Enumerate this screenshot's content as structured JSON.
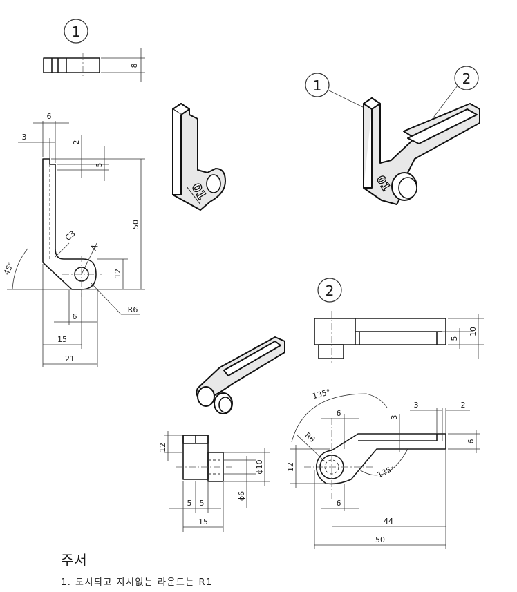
{
  "part1": {
    "balloon": "1",
    "plan_thickness_label": "8",
    "front_dims": {
      "top_width": "6",
      "offset_left": "3",
      "slot_depth": "2",
      "step": "5",
      "height": "50",
      "chamfer": "C3",
      "angle": "45°",
      "hole_center_height": "12",
      "section_mark": "A",
      "radius": "R6",
      "hole_offset": "6",
      "hole_center_x": "15",
      "overall_width": "21"
    },
    "iso_engraving": "01"
  },
  "assembly": {
    "balloon_1": "1",
    "balloon_2": "2",
    "iso_engraving": "01"
  },
  "part2": {
    "balloon": "2",
    "top_dims": {
      "slot_height": "5",
      "height": "10"
    },
    "side_dims": {
      "head_height": "12",
      "shaft_dia": "ϕ10",
      "pin_dia": "ϕ6",
      "head_width": "5",
      "neck_width": "5",
      "overall": "15"
    },
    "front_dims": {
      "angle_top": "135°",
      "angle_bottom": "135°",
      "radius": "R6",
      "top_offset": "6",
      "slot_depth": "3",
      "arm_step": "3",
      "arm_slot": "2",
      "arm_height": "6",
      "boss_height": "12",
      "bottom_offset": "6",
      "arm_length": "44",
      "overall_length": "50"
    }
  },
  "notes": {
    "title": "주서",
    "line1": "1. 도시되고 지시없는 라운드는 R1"
  }
}
